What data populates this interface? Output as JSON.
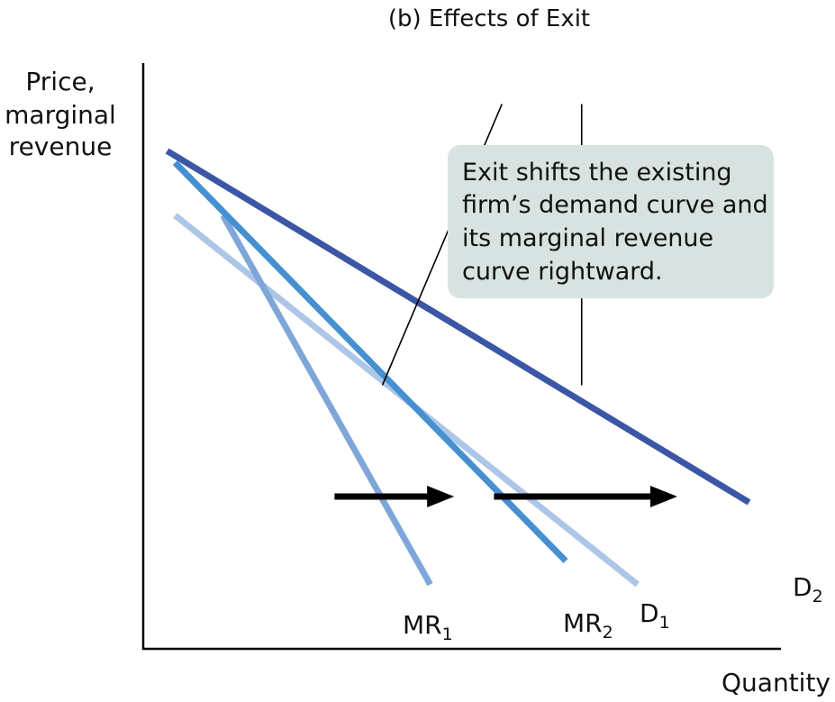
{
  "chart_data": {
    "type": "line",
    "title": "(b) Effects of Exit",
    "ylabel": [
      "Price,",
      "marginal",
      "revenue"
    ],
    "xlabel": "Quantity",
    "grid": false,
    "colors": {
      "D1": "#adc6e8",
      "MR1": "#7fa6d8",
      "D2": "#3c56a6",
      "MR2": "#4690d0",
      "callout_fill": "#d8e3e1",
      "arrow": "#000000",
      "axis": "#000000"
    },
    "series": [
      {
        "id": "MR1",
        "label_main": "MR",
        "label_sub": "1",
        "points": [
          [
            1.0,
            7.4
          ],
          [
            3.6,
            1.1
          ]
        ]
      },
      {
        "id": "D1",
        "label_main": "D",
        "label_sub": "1",
        "points": [
          [
            0.4,
            7.4
          ],
          [
            6.2,
            1.1
          ]
        ]
      },
      {
        "id": "MR2",
        "label_main": "MR",
        "label_sub": "2",
        "points": [
          [
            0.4,
            8.3
          ],
          [
            5.3,
            1.5
          ]
        ]
      },
      {
        "id": "D2",
        "label_main": "D",
        "label_sub": "2",
        "points": [
          [
            0.3,
            8.5
          ],
          [
            7.6,
            2.5
          ]
        ]
      }
    ],
    "shift_arrows": [
      {
        "id": "shift-arrow-mr",
        "x_from": 2.4,
        "x_to": 3.9,
        "y": 2.6
      },
      {
        "id": "shift-arrow-d",
        "x_from": 4.4,
        "x_to": 6.7,
        "y": 2.6
      }
    ],
    "annotation": {
      "lines": [
        "Exit shifts the existing",
        "firm’s demand curve and",
        "its marginal revenue",
        "curve rightward."
      ],
      "pointers": [
        {
          "from": [
            4.5,
            9.3
          ],
          "to": [
            3.0,
            4.5
          ]
        },
        {
          "from": [
            5.5,
            9.3
          ],
          "to": [
            5.5,
            4.5
          ]
        }
      ]
    }
  }
}
